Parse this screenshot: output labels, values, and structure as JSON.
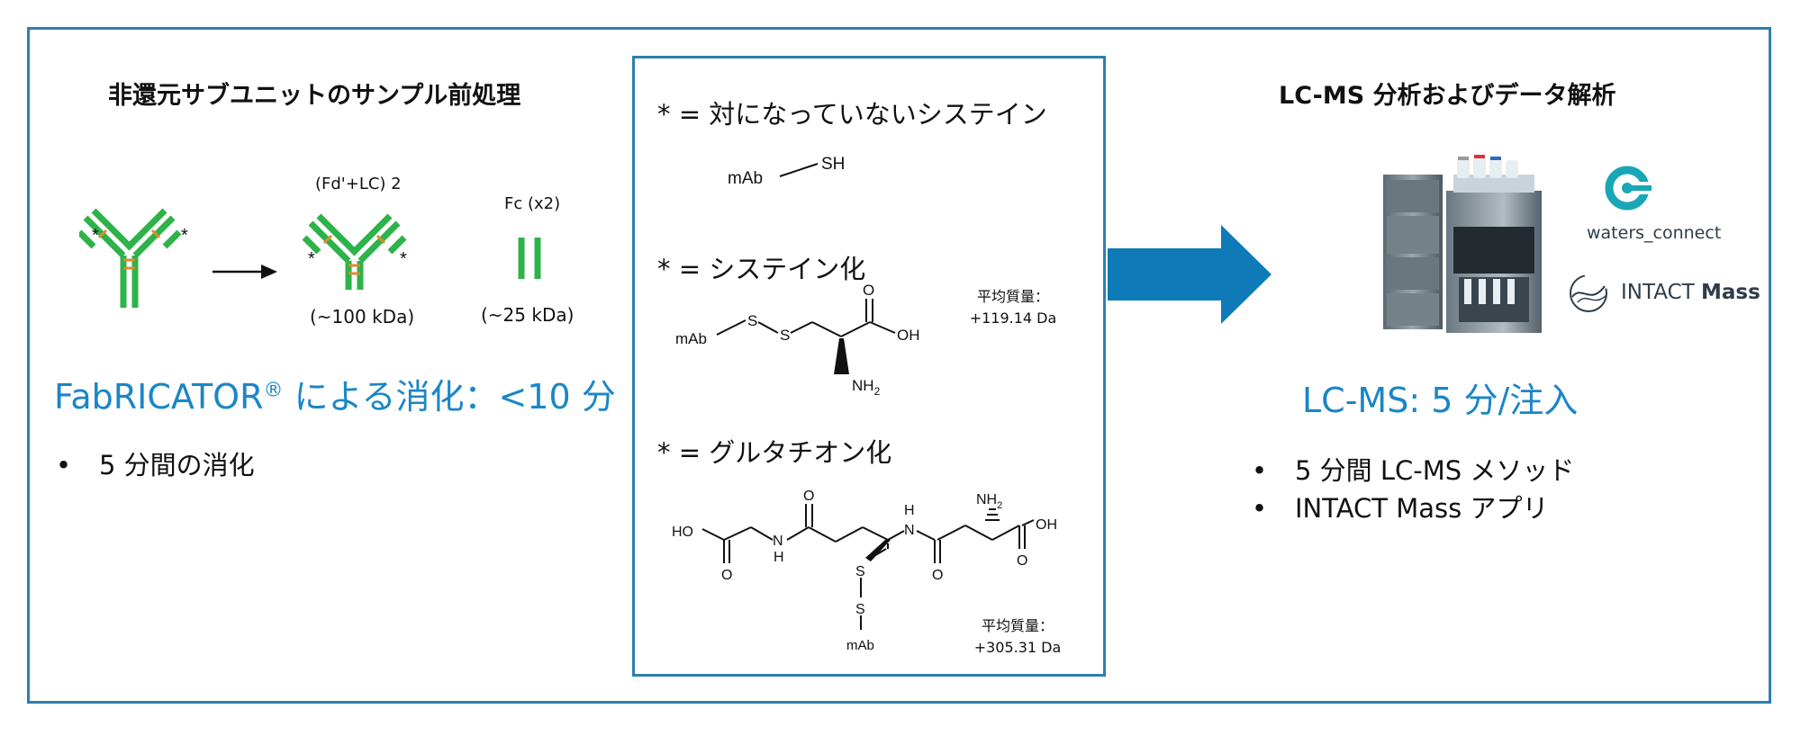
{
  "left": {
    "heading": "非還元サブユニットのサンプル前処理",
    "fragment_label": "(Fd'+LC) 2",
    "fc_label": "Fc (x2)",
    "size_100": "(~100 kDa)",
    "size_25": "(~25 kDa)",
    "star": "*",
    "digest_title_pre": "FabRICATOR",
    "digest_title_reg": "®",
    "digest_title_post": " による消化：<10 分",
    "bullets": [
      "5 分間の消化"
    ]
  },
  "center": {
    "def1_title": "* = 対になっていないシステイン",
    "def1_mab": "mAb",
    "def1_sh": "SH",
    "def2_title": "* = システイン化",
    "def2_mass_label": "平均質量：",
    "def2_mass_value": "+119.14 Da",
    "def3_title": "* = グルタチオン化",
    "def3_mass_label": "平均質量：",
    "def3_mass_value": "+305.31 Da",
    "chem": {
      "mab": "mAb",
      "s": "S",
      "o": "O",
      "oh": "OH",
      "nh2": "NH",
      "sub2": "2",
      "ho": "HO",
      "n": "N",
      "h": "H"
    }
  },
  "right": {
    "heading": "LC-MS 分析およびデータ解析",
    "title": "LC-MS: 5 分/注入",
    "bullets": [
      "5 分間 LC-MS メソッド",
      "INTACT Mass アプリ"
    ],
    "logo_waters": "waters_connect",
    "logo_intact_1": "INTACT ",
    "logo_intact_2": "Mass"
  },
  "colors": {
    "frame": "#2c7fae",
    "accent_blue": "#1a86c7",
    "antibody_green": "#2db34a",
    "disulfide_orange": "#e08a2e",
    "arrow_blue": "#0f7ab8"
  },
  "icons": [
    "antibody-icon",
    "arrow-right-icon",
    "lcms-instrument-icon",
    "waters-connect-logo-icon",
    "intact-mass-logo-icon"
  ]
}
